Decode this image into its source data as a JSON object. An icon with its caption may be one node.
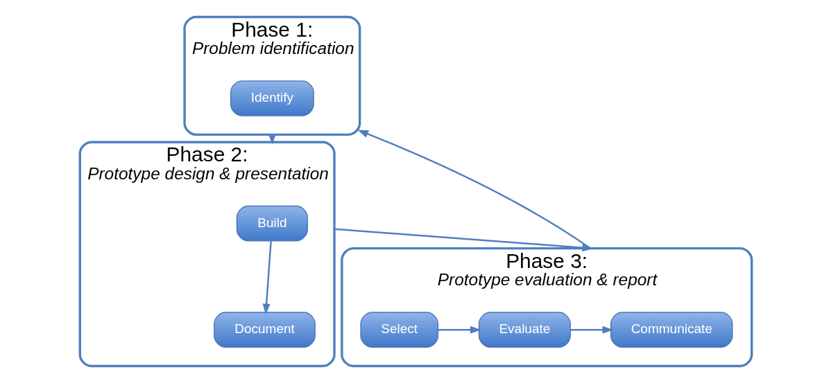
{
  "diagram": {
    "nodes": [
      {
        "text": [
          "Phase 1:",
          "Problem identification"
        ]
      },
      {
        "text": [
          "Identify"
        ],
        "in": 0
      },
      {
        "text": [
          "Phase 2:",
          "Prototype design & presentation"
        ]
      },
      {
        "text": [
          "Build"
        ],
        "in": 2
      },
      {
        "text": [
          "Document"
        ],
        "in": 2
      },
      {
        "text": [
          "Phase 3:",
          "Prototype evaluation & report"
        ]
      },
      {
        "text": [
          "Communicate"
        ],
        "in": 5
      },
      {
        "text": [
          "Evaluate"
        ],
        "in": 5
      },
      {
        "text": [
          "Select"
        ],
        "in": 5
      }
    ],
    "edges": [
      {
        "from": 0,
        "to": 2,
        "arrow": "to"
      },
      {
        "from": 3,
        "to": 4,
        "arrow": "to"
      },
      {
        "from": 2,
        "to": 5,
        "arrow": "to"
      },
      {
        "from": 8,
        "to": 7,
        "arrow": "to"
      },
      {
        "from": 7,
        "to": 6,
        "arrow": "to"
      },
      {
        "from": 5,
        "to": 0,
        "arrow": "to"
      }
    ]
  }
}
